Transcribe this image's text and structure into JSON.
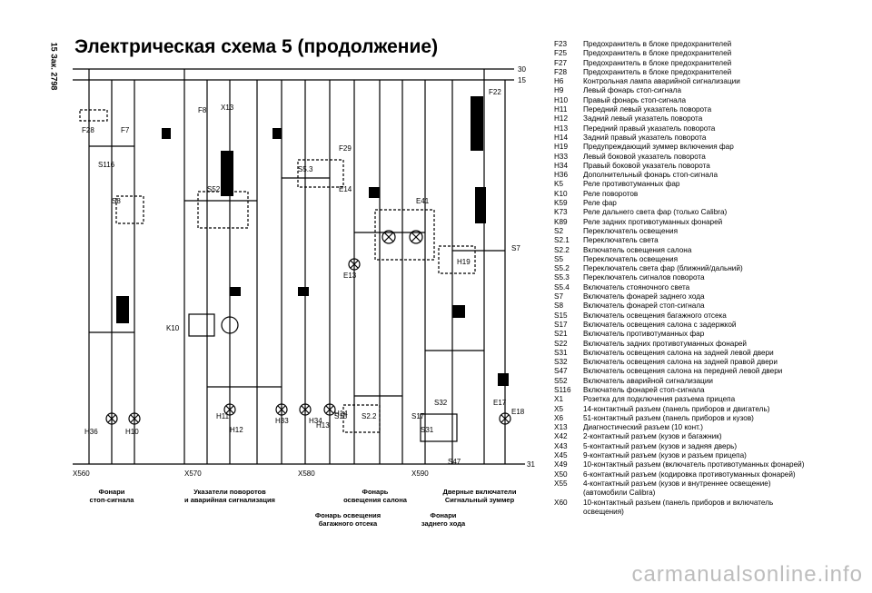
{
  "page": {
    "title": "Электрическая схема 5 (продолжение)",
    "side_note": "15 Зак. 2798",
    "watermark": "carmanualsonline.info"
  },
  "diagram": {
    "top_labels": [
      "F28",
      "F7",
      "F8",
      "X13",
      "F22",
      "F29",
      "E14",
      "E41",
      "E13",
      "H19",
      "S7",
      "S47",
      "S32",
      "S31",
      "E17",
      "E18",
      "S116",
      "S8",
      "S52",
      "K10",
      "S5.3",
      "S15",
      "S2.2",
      "S17",
      "H36",
      "H10",
      "H11",
      "H12",
      "H33",
      "H34",
      "H13",
      "H14"
    ],
    "rail_labels": [
      "30",
      "15",
      "31"
    ],
    "connector_labels": [
      "X560",
      "X570",
      "X580",
      "X590"
    ]
  },
  "captions": [
    {
      "text": "Фонари\nстоп-сигнала"
    },
    {
      "text": "Указатели поворотов\nи аварийная сигнализация"
    },
    {
      "text": "Фонарь\nосвещения салона"
    },
    {
      "text": "Дверные включатели\nСигнальный зуммер"
    },
    {
      "text": "Фонарь освещения\nбагажного отсека"
    },
    {
      "text": "Фонари\nзаднего хода"
    }
  ],
  "legend": [
    {
      "code": "F23",
      "desc": "Предохранитель в блоке предохранителей"
    },
    {
      "code": "F25",
      "desc": "Предохранитель в блоке предохранителей"
    },
    {
      "code": "F27",
      "desc": "Предохранитель в блоке предохранителей"
    },
    {
      "code": "F28",
      "desc": "Предохранитель в блоке предохранителей"
    },
    {
      "code": "H6",
      "desc": "Контрольная лампа аварийной сигнализации"
    },
    {
      "code": "H9",
      "desc": "Левый фонарь стоп-сигнала"
    },
    {
      "code": "H10",
      "desc": "Правый фонарь стоп-сигнала"
    },
    {
      "code": "H11",
      "desc": "Передний левый указатель поворота"
    },
    {
      "code": "H12",
      "desc": "Задний левый указатель поворота"
    },
    {
      "code": "H13",
      "desc": "Передний правый указатель поворота"
    },
    {
      "code": "H14",
      "desc": "Задний правый указатель поворота"
    },
    {
      "code": "H19",
      "desc": "Предупреждающий зуммер включения фар"
    },
    {
      "code": "H33",
      "desc": "Левый боковой указатель поворота"
    },
    {
      "code": "H34",
      "desc": "Правый боковой указатель поворота"
    },
    {
      "code": "H36",
      "desc": "Дополнительный фонарь стоп-сигнала"
    },
    {
      "code": "K5",
      "desc": "Реле противотуманных фар"
    },
    {
      "code": "K10",
      "desc": "Реле поворотов"
    },
    {
      "code": "K59",
      "desc": "Реле фар"
    },
    {
      "code": "K73",
      "desc": "Реле дальнего света фар (только Calibra)"
    },
    {
      "code": "K89",
      "desc": "Реле задних противотуманных фонарей"
    },
    {
      "code": "S2",
      "desc": "Переключатель освещения"
    },
    {
      "code": "S2.1",
      "desc": "Переключатель света"
    },
    {
      "code": "S2.2",
      "desc": "Включатель освещения салона"
    },
    {
      "code": "S5",
      "desc": "Переключатель освещения"
    },
    {
      "code": "S5.2",
      "desc": "Переключатель света фар (ближний/дальний)"
    },
    {
      "code": "S5.3",
      "desc": "Переключатель сигналов поворота"
    },
    {
      "code": "S5.4",
      "desc": "Включатель стояночного света"
    },
    {
      "code": "S7",
      "desc": "Включатель фонарей заднего хода"
    },
    {
      "code": "S8",
      "desc": "Включатель фонарей стоп-сигнала"
    },
    {
      "code": "S15",
      "desc": "Включатель освещения багажного отсека"
    },
    {
      "code": "S17",
      "desc": "Включатель освещения салона с задержкой"
    },
    {
      "code": "S21",
      "desc": "Включатель противотуманных фар"
    },
    {
      "code": "S22",
      "desc": "Включатель задних противотуманных фонарей"
    },
    {
      "code": "S31",
      "desc": "Включатель освещения салона на задней левой двери"
    },
    {
      "code": "S32",
      "desc": "Включатель освещения салона на задней правой двери"
    },
    {
      "code": "S47",
      "desc": "Включатель освещения салона на передней левой двери"
    },
    {
      "code": "S52",
      "desc": "Включатель аварийной сигнализации"
    },
    {
      "code": "S116",
      "desc": "Включатель фонарей стоп-сигнала"
    },
    {
      "code": "X1",
      "desc": "Розетка для подключения разъема прицепа"
    },
    {
      "code": "X5",
      "desc": "14-контактный разъем (панель приборов и двигатель)"
    },
    {
      "code": "X6",
      "desc": "51-контактный разъем (панель приборов и кузов)"
    },
    {
      "code": "X13",
      "desc": "Диагностический разъем (10 конт.)"
    },
    {
      "code": "X42",
      "desc": "2-контактный разъем (кузов и багажник)"
    },
    {
      "code": "X43",
      "desc": "5-контактный разъем (кузов и задняя дверь)"
    },
    {
      "code": "X45",
      "desc": "9-контактный разъем (кузов и разъем прицепа)"
    },
    {
      "code": "X49",
      "desc": "10-контактный разъем (включатель противотуманных фонарей)"
    },
    {
      "code": "X50",
      "desc": "6-контактный разъем (кодировка противотуманных фонарей)"
    },
    {
      "code": "X55",
      "desc": "4-контактный разъем (кузов и внутреннее освещение)\n(автомобили Calibra)"
    },
    {
      "code": "X60",
      "desc": "10-контактный разъем (панель приборов и включатель\nосвещения)"
    }
  ]
}
